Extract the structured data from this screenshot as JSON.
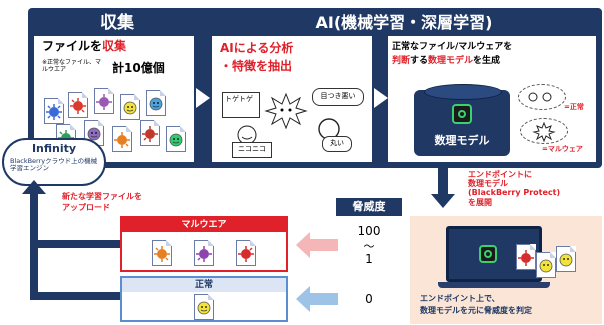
{
  "collect": {
    "title": "収集",
    "line1a": "ファイルを",
    "line1b": "収集",
    "note": "※正常なファイル、マルウエア",
    "total": "計10億個"
  },
  "ai": {
    "title": "AI(機械学習・深層学習)",
    "analysis_line1": "AIによる分析",
    "analysis_line2": "・特徴を抽出",
    "bubble_toge": "トゲトゲ",
    "bubble_metsuki": "目つき悪い",
    "bubble_nikoniko": "ニコニコ",
    "bubble_marui": "丸い",
    "model_desc_a": "正常なファイル/マルウェアを",
    "model_desc_b1": "判断",
    "model_desc_b2": "する",
    "model_desc_b3": "数理モデル",
    "model_desc_b4": "を生成",
    "model_label": "数理モデル",
    "normal_label": "=正常",
    "malware_label": "=マルウェア"
  },
  "cloud": {
    "title": "Infinity",
    "desc": "BlackBerryクラウド上の機械学習エンジン",
    "upload_line1": "新たな学習ファイルを",
    "upload_line2": "アップロード"
  },
  "deploy": {
    "line1": "エンドポイントに",
    "line2": "数理モデル",
    "line3": "(BlackBerry Protect)",
    "line4": "を展開"
  },
  "threat": {
    "title": "脅威度",
    "high": "100",
    "tilde": "〜",
    "low": "1",
    "zero": "0"
  },
  "results": {
    "malware_label": "マルウエア",
    "normal_label": "正常"
  },
  "endpoint": {
    "line1": "エンドポイント上で、",
    "line2": "数理モデルを元に脅威度を判定"
  },
  "colors": {
    "navy": "#1f3864",
    "red": "#e0212a",
    "light_blue": "#dbe5f4",
    "peach": "#fbe5d6",
    "pink_arrow": "#f4b6b6",
    "blue_arrow": "#9dc3e6"
  }
}
